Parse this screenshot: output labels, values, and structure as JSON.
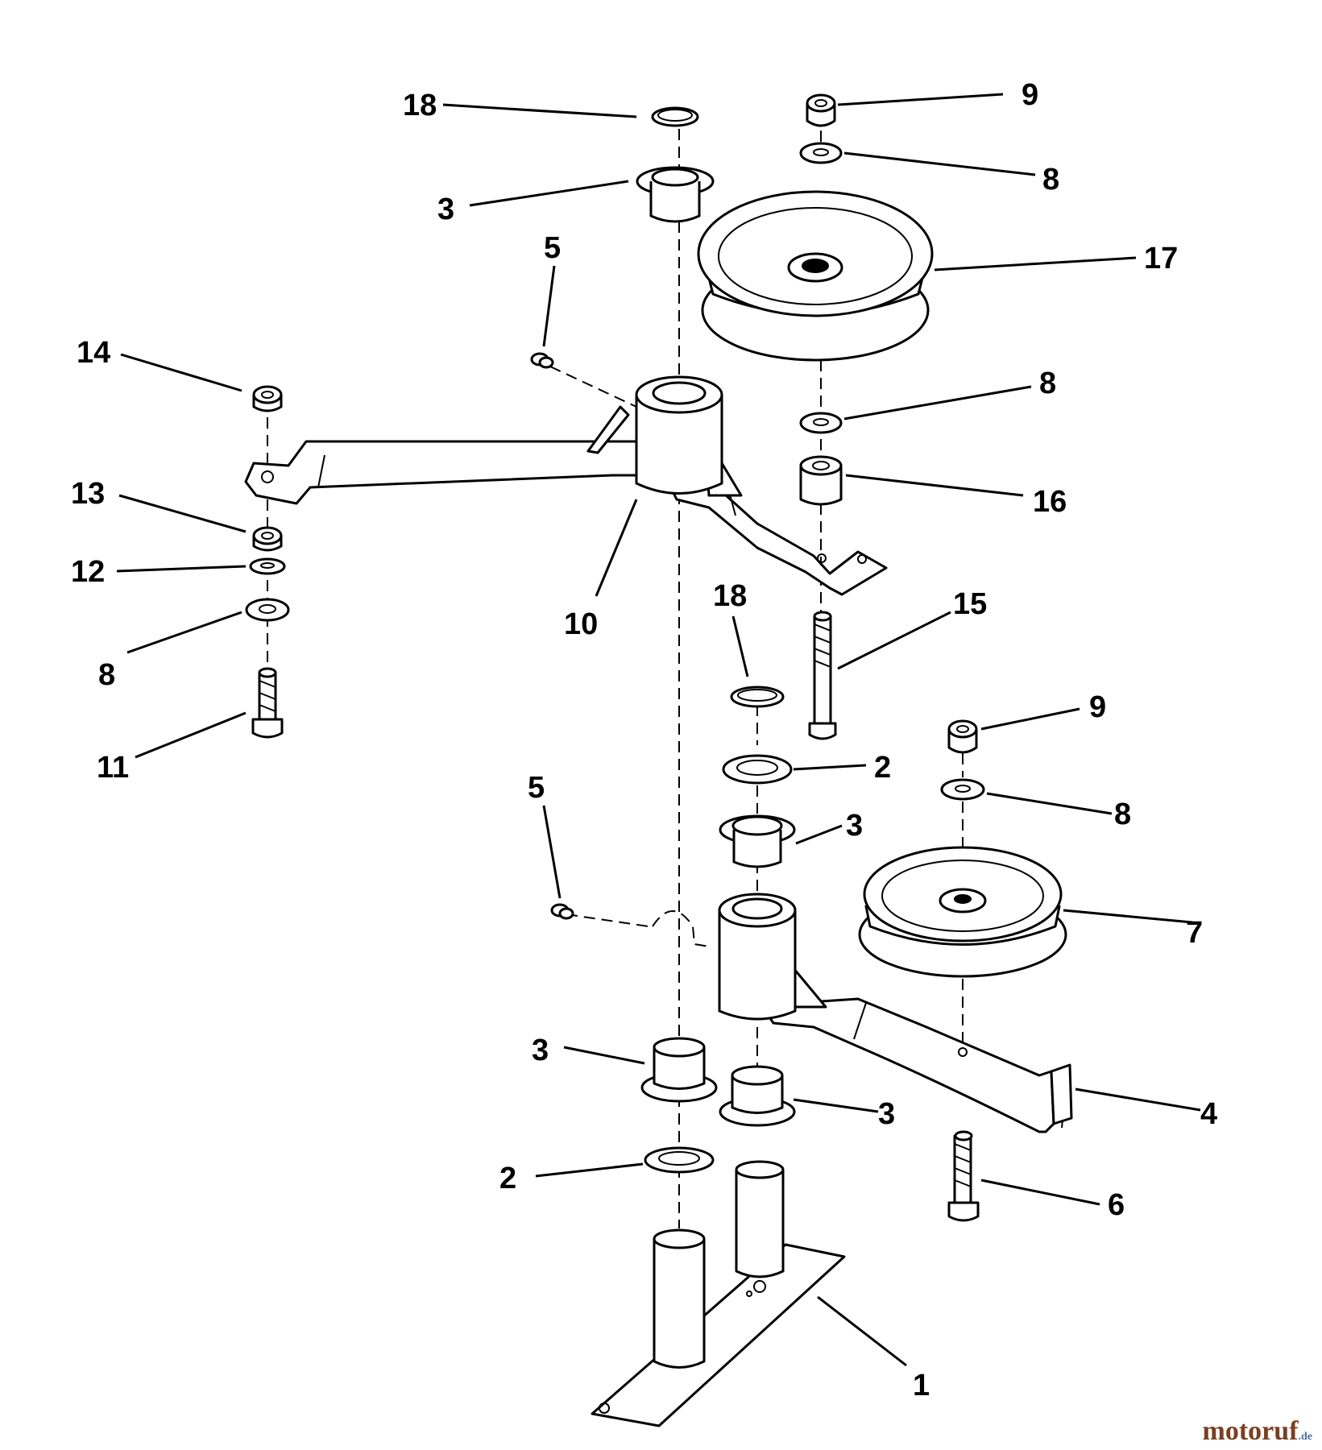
{
  "diagram": {
    "part_numbers": [
      {
        "id": "c18a",
        "text": "18"
      },
      {
        "id": "c9a",
        "text": "9"
      },
      {
        "id": "c8a",
        "text": "8"
      },
      {
        "id": "c3a",
        "text": "3"
      },
      {
        "id": "c17",
        "text": "17"
      },
      {
        "id": "c5a",
        "text": "5"
      },
      {
        "id": "c14",
        "text": "14"
      },
      {
        "id": "c8b",
        "text": "8"
      },
      {
        "id": "c13",
        "text": "13"
      },
      {
        "id": "c16",
        "text": "16"
      },
      {
        "id": "c12",
        "text": "12"
      },
      {
        "id": "c10",
        "text": "10"
      },
      {
        "id": "c15",
        "text": "15"
      },
      {
        "id": "c18b",
        "text": "18"
      },
      {
        "id": "c8c",
        "text": "8"
      },
      {
        "id": "c9b",
        "text": "9"
      },
      {
        "id": "c11",
        "text": "11"
      },
      {
        "id": "c2a",
        "text": "2"
      },
      {
        "id": "c5b",
        "text": "5"
      },
      {
        "id": "c3b",
        "text": "3"
      },
      {
        "id": "c8d",
        "text": "8"
      },
      {
        "id": "c7",
        "text": "7"
      },
      {
        "id": "c3c",
        "text": "3"
      },
      {
        "id": "c3d",
        "text": "3"
      },
      {
        "id": "c4",
        "text": "4"
      },
      {
        "id": "c2b",
        "text": "2"
      },
      {
        "id": "c6",
        "text": "6"
      },
      {
        "id": "c1",
        "text": "1"
      }
    ]
  },
  "watermark": {
    "main": "motoruf",
    "suffix": ".de"
  }
}
